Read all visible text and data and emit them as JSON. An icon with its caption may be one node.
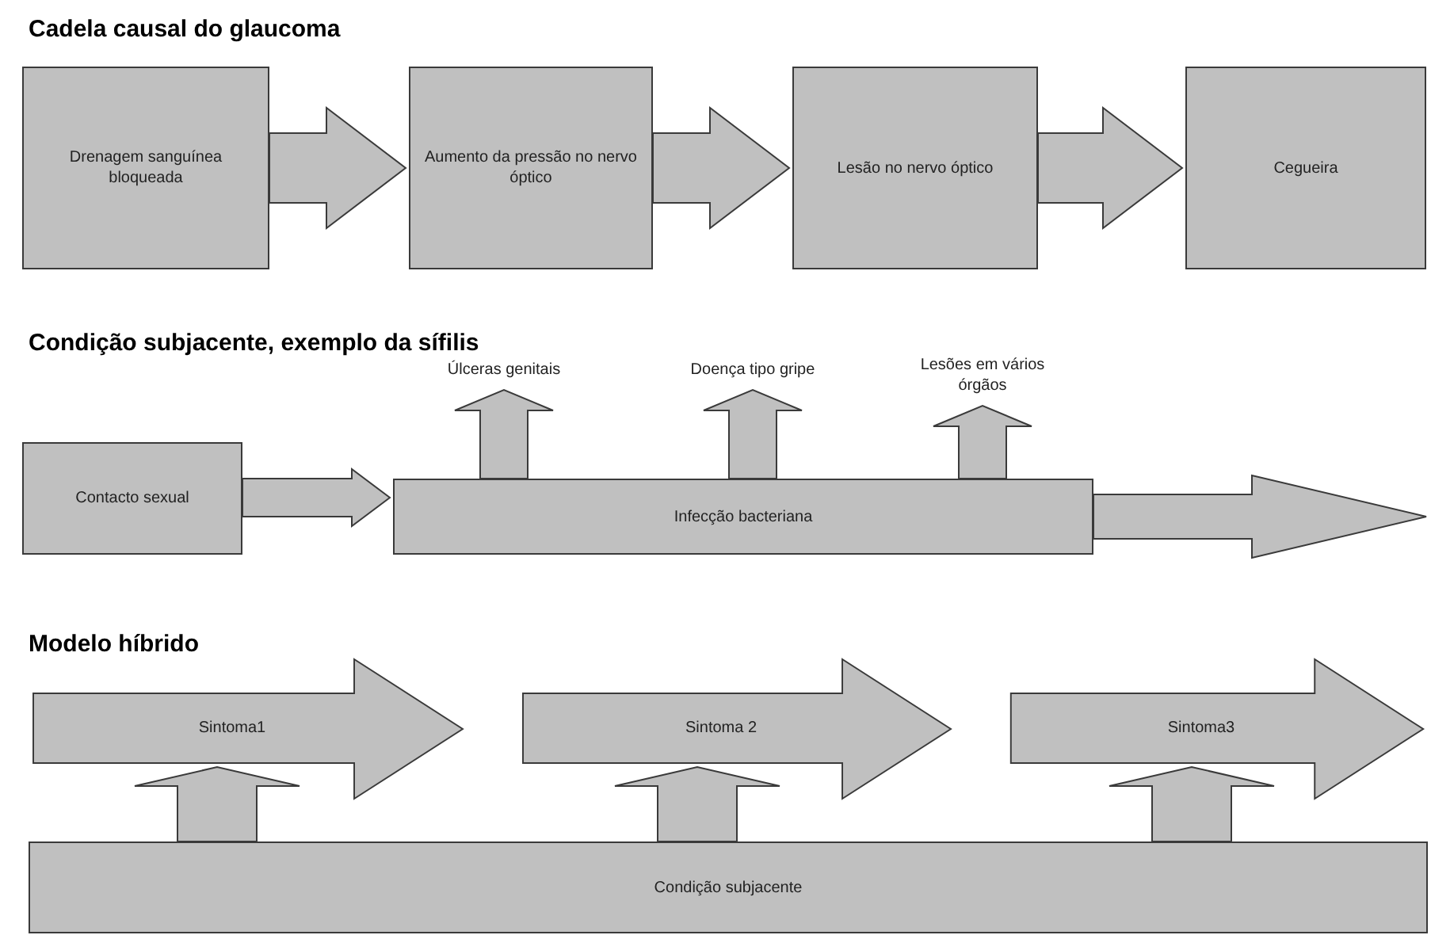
{
  "diagram": {
    "nodes": [
      {
        "text": [
          "Drenagem sanguínea bloqueada"
        ]
      },
      {
        "text": [
          "Aumento da pressão no nervo óptico"
        ]
      },
      {
        "text": [
          "Lesão no nervo óptico"
        ]
      },
      {
        "text": [
          "Cegueira"
        ]
      },
      {
        "text": [
          "Contacto sexual"
        ]
      },
      {
        "text": [
          "Infecção bacteriana"
        ]
      },
      {
        "text": [
          "Úlceras genitais"
        ]
      },
      {
        "text": [
          "Doença tipo gripe"
        ]
      },
      {
        "text": [
          "Lesões em vários órgãos"
        ]
      },
      {
        "text": [
          "Sintoma1"
        ]
      },
      {
        "text": [
          "Sintoma 2"
        ]
      },
      {
        "text": [
          "Sintoma3"
        ]
      },
      {
        "text": [
          "Condição subjacente"
        ]
      }
    ],
    "edges": [
      {
        "from": 0,
        "to": 1,
        "arrow": "to"
      },
      {
        "from": 1,
        "to": 2,
        "arrow": "to"
      },
      {
        "from": 2,
        "to": 3,
        "arrow": "to"
      },
      {
        "from": 4,
        "to": 5,
        "arrow": "to"
      },
      {
        "from": 5,
        "to": null,
        "arrow": "to"
      },
      {
        "from": 5,
        "to": 6,
        "arrow": "to"
      },
      {
        "from": 5,
        "to": 7,
        "arrow": "to"
      },
      {
        "from": 5,
        "to": 8,
        "arrow": "to"
      },
      {
        "from": 12,
        "to": 9,
        "arrow": "to"
      },
      {
        "from": 12,
        "to": 10,
        "arrow": "to"
      },
      {
        "from": 12,
        "to": 11,
        "arrow": "to"
      }
    ],
    "labels": [
      "Cadela causal do glaucoma",
      "Condição subjacente, exemplo da sífilis",
      "Modelo híbrido"
    ]
  }
}
